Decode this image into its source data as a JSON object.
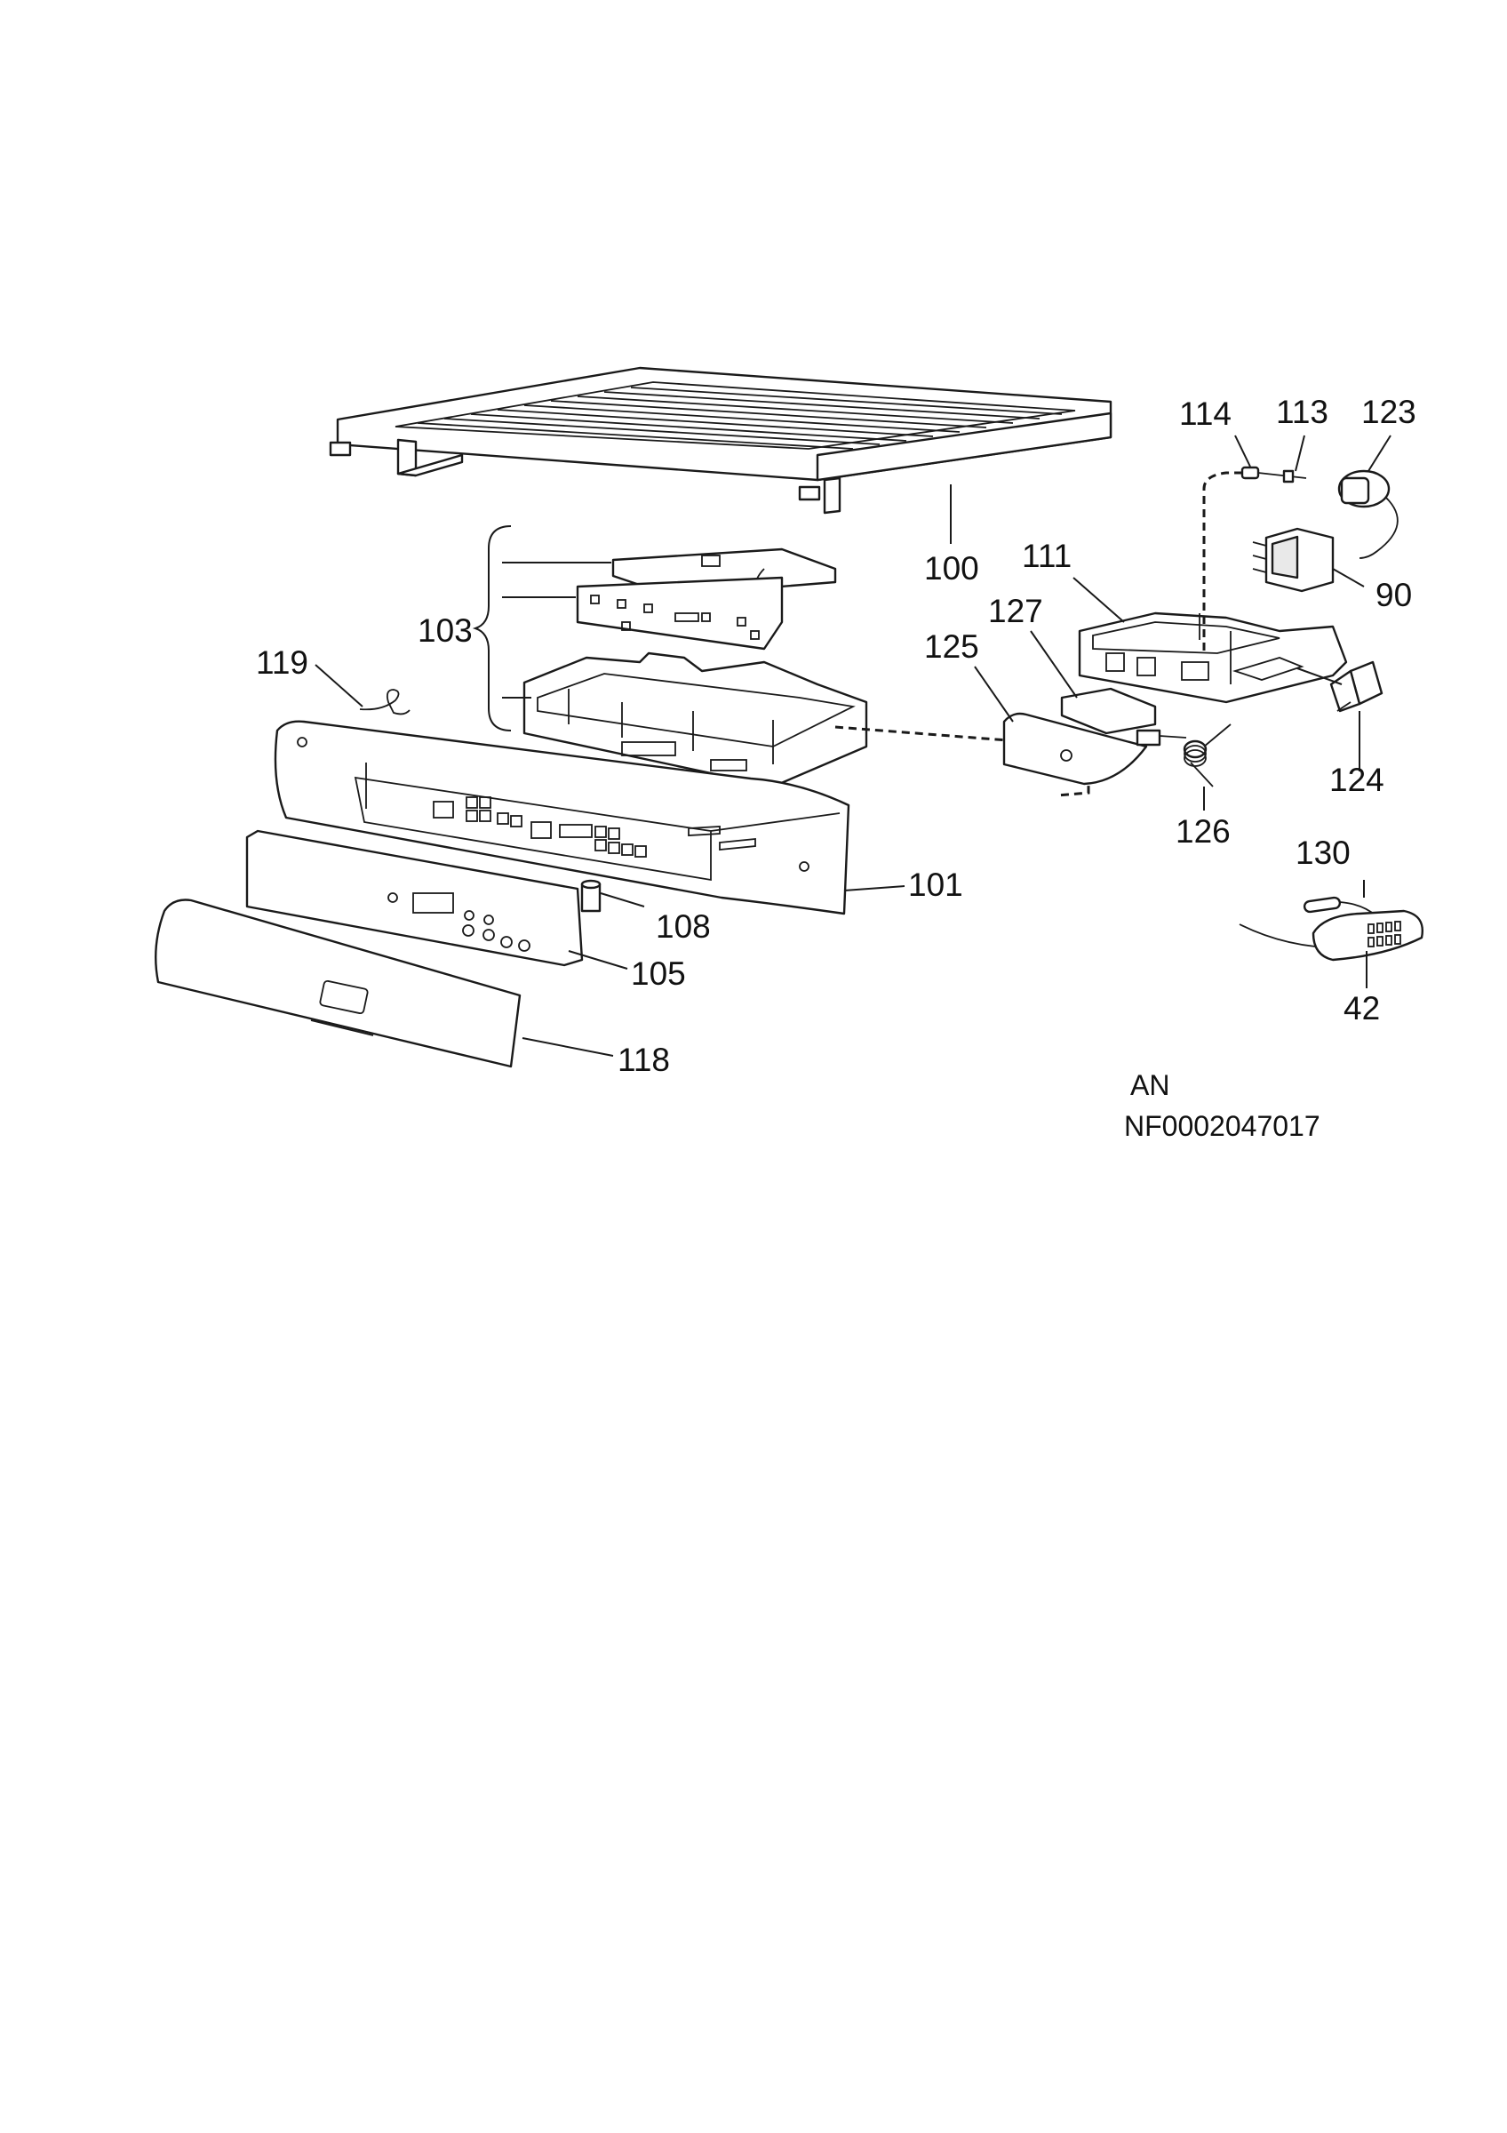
{
  "callouts": {
    "c100": "100",
    "c101": "101",
    "c103": "103",
    "c105": "105",
    "c108": "108",
    "c111": "111",
    "c113": "113",
    "c114": "114",
    "c118": "118",
    "c119": "119",
    "c123": "123",
    "c124": "124",
    "c125": "125",
    "c126": "126",
    "c127": "127",
    "c130": "130",
    "c90": "90",
    "c42": "42"
  },
  "footer": {
    "lang": "AN",
    "code": "NF0002047017"
  },
  "colors": {
    "line": "#1a1a1a",
    "background": "#ffffff"
  }
}
